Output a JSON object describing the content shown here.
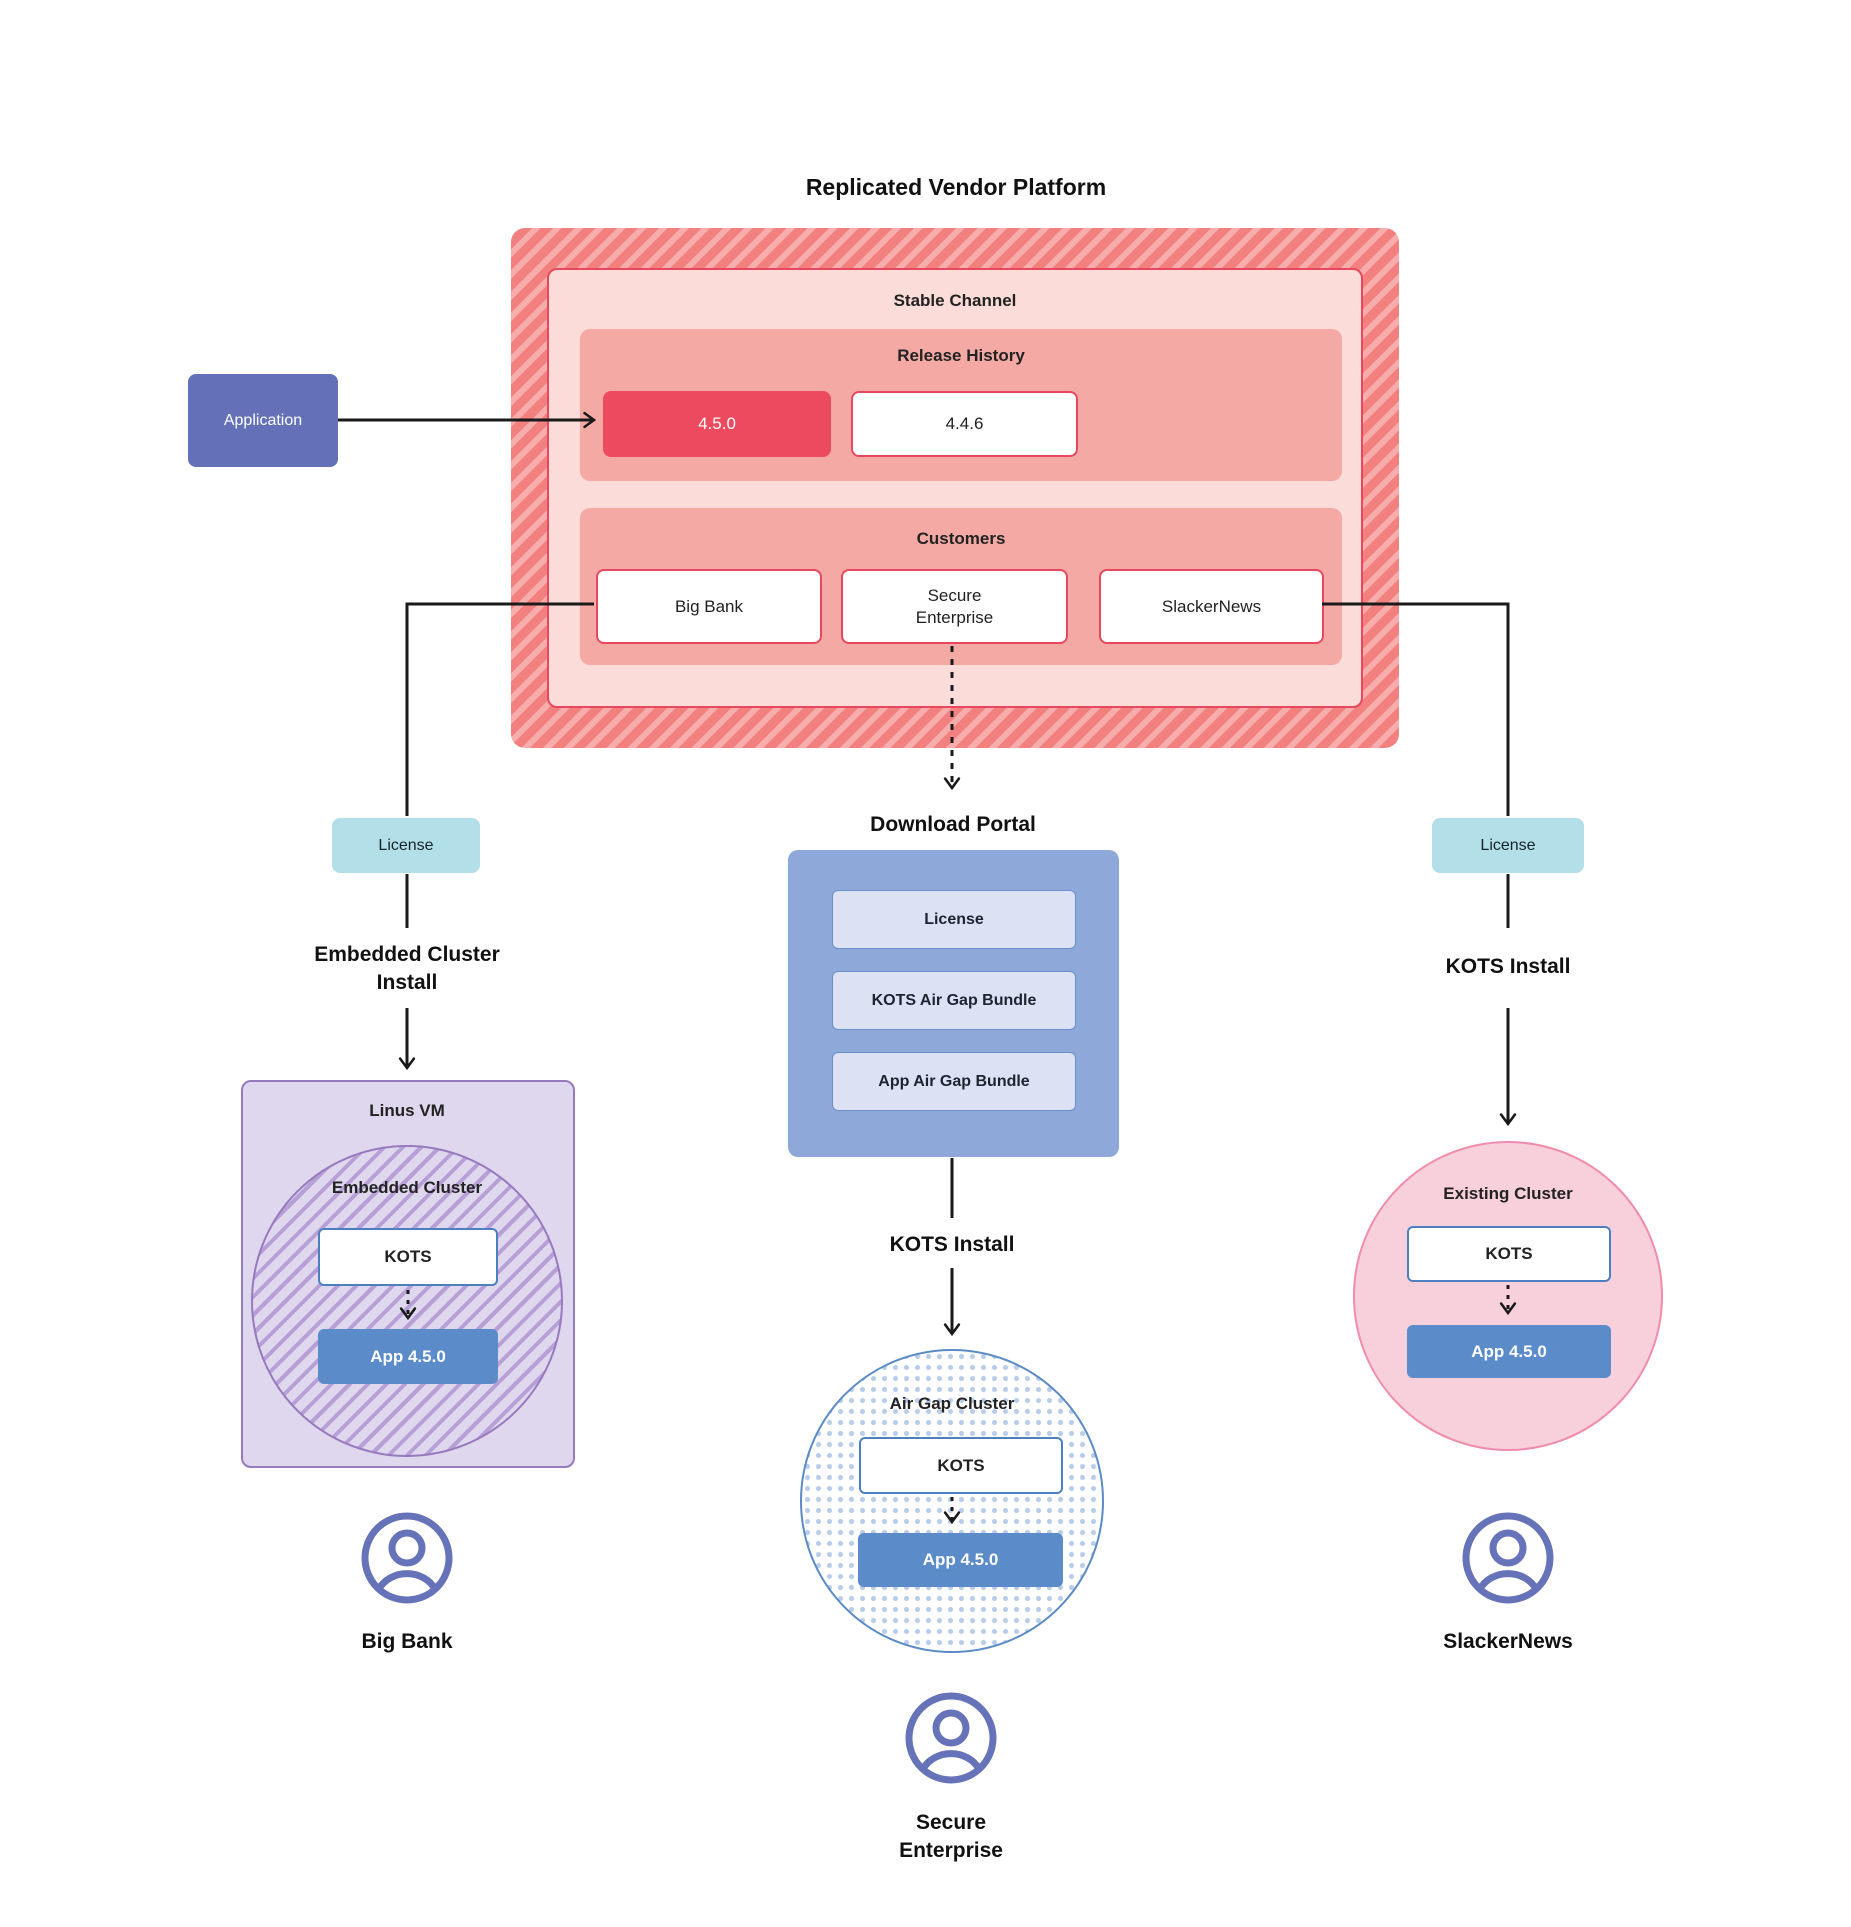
{
  "title": "Replicated Vendor Platform",
  "application": {
    "label": "Application"
  },
  "platform": {
    "stable_channel": {
      "label": "Stable Channel",
      "release_history": {
        "label": "Release History",
        "releases": [
          "4.5.0",
          "4.4.6"
        ],
        "current": "4.5.0"
      },
      "customers": {
        "label": "Customers",
        "items": [
          "Big Bank",
          "Secure Enterprise",
          "SlackerNews"
        ]
      }
    }
  },
  "download_portal": {
    "label": "Download Portal",
    "items": [
      "License",
      "KOTS Air Gap Bundle",
      "App Air Gap Bundle"
    ]
  },
  "branches": {
    "big_bank": {
      "license": "License",
      "install": "Embedded Cluster Install",
      "vm": "Linus VM",
      "cluster": "Embedded Cluster",
      "kots": "KOTS",
      "app": "App 4.5.0",
      "user": "Big Bank"
    },
    "secure_enterprise": {
      "install": "KOTS Install",
      "cluster": "Air Gap Cluster",
      "kots": "KOTS",
      "app": "App 4.5.0",
      "user": "Secure Enterprise"
    },
    "slackernews": {
      "license": "License",
      "install": "KOTS Install",
      "cluster": "Existing Cluster",
      "kots": "KOTS",
      "app": "App 4.5.0",
      "user": "SlackerNews"
    }
  },
  "colors": {
    "highlight_release": "#ee4a5f",
    "platform_stripe_base": "#f2807f",
    "platform_stripe_light": "#f6adab",
    "channel_bg": "#fbdcd8",
    "channel_border": "#e8485e",
    "section_bg": "#f5a9a4",
    "application_bg": "#6470b8",
    "license_bg": "#b2dfe8",
    "portal_bg": "#8ea9d9",
    "portal_item_bg": "#dce1f3",
    "portal_item_border": "#6b8fc9",
    "app_box_bg": "#5b8bc9",
    "kots_border": "#4d7fc0",
    "vm_bg": "#ded7ee",
    "vm_border": "#9779bd",
    "vm_stripe": "#b7a0d6",
    "airgap_dot": "#b9cdea",
    "airgap_border": "#5c8ac5",
    "existing_bg": "#f8d0dc",
    "existing_border": "#f08cab",
    "person_icon": "#6673b9",
    "line": "#1a1a1a"
  }
}
